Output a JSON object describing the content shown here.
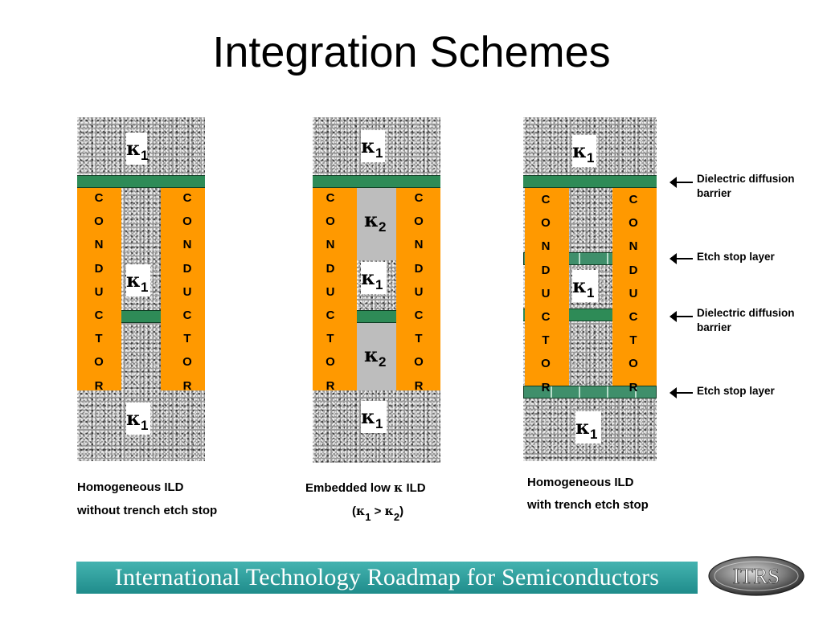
{
  "title": "Integration Schemes",
  "kappa": "κ",
  "subscripts": {
    "one": "1",
    "two": "2"
  },
  "conductor_letters": [
    "C",
    "O",
    "N",
    "D",
    "U",
    "C",
    "T",
    "O",
    "R"
  ],
  "captions": {
    "left_1": "Homogeneous ILD",
    "left_2": "without trench etch stop",
    "mid_1_pre": "Embedded low",
    "mid_1_post": "ILD",
    "mid_2_open": "(",
    "mid_2_gt": ">",
    "mid_2_close": ")",
    "right_1": "Homogeneous ILD",
    "right_2": "with trench etch stop"
  },
  "annotations": {
    "dielectric_1": "Dielectric diffusion barrier",
    "etch_1": "Etch stop layer",
    "dielectric_2": "Dielectric diffusion barrier",
    "etch_2": "Etch stop layer"
  },
  "footer": {
    "banner": "International Technology Roadmap for Semiconductors",
    "logo": "ITRS"
  },
  "colors": {
    "conductor": "#ff9900",
    "barrier": "#2e8b57",
    "low_k": "#bdbdbd",
    "banner": "#2c9f9d"
  }
}
